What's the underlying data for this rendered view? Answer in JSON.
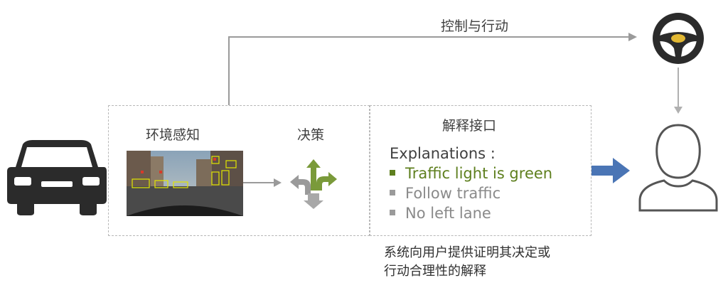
{
  "top_arrow_label": "控制与行动",
  "perception_label": "环境感知",
  "decision_label": "决策",
  "interface_label": "解释接口",
  "explanations": {
    "heading": "Explanations :",
    "items": [
      {
        "text": "Traffic light is green",
        "color": "#5e7f1e"
      },
      {
        "text": "Follow traffic",
        "color": "#8a8a8a"
      },
      {
        "text": "No left lane",
        "color": "#8a8a8a"
      }
    ]
  },
  "caption": {
    "line1": "系统向用户提供证明其决定或",
    "line2": "行动合理性的解释"
  },
  "icons": {
    "car": "car-icon",
    "steering": "steering-wheel-icon",
    "user": "user-icon",
    "decision": "direction-arrows-icon"
  },
  "colors": {
    "accent_blue": "#4a75b5",
    "steering_yellow": "#e2b833",
    "green_arrow": "#7a9a3a"
  }
}
